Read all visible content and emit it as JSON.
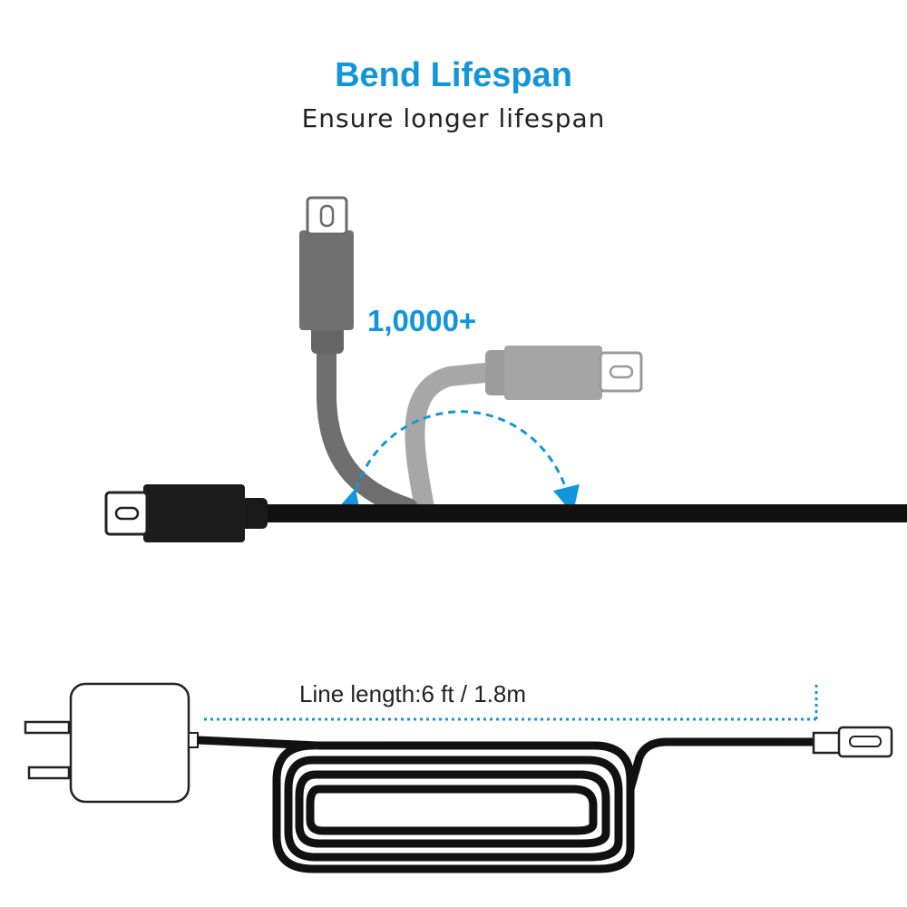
{
  "header": {
    "title": "Bend Lifespan",
    "subtitle": "Ensure longer lifespan"
  },
  "bend": {
    "count_label": "1,0000+"
  },
  "length": {
    "label": "Line length:6 ft / 1.8m"
  },
  "colors": {
    "accent": "#1296db",
    "cable": "#111111",
    "cable_grey": "#6e6e6e",
    "cable_light": "#a7a7a7",
    "text": "#222222"
  },
  "icons": [
    "usb-c-plug-icon",
    "wall-charger-icon",
    "bend-arrow-icon",
    "coiled-cable-icon"
  ]
}
